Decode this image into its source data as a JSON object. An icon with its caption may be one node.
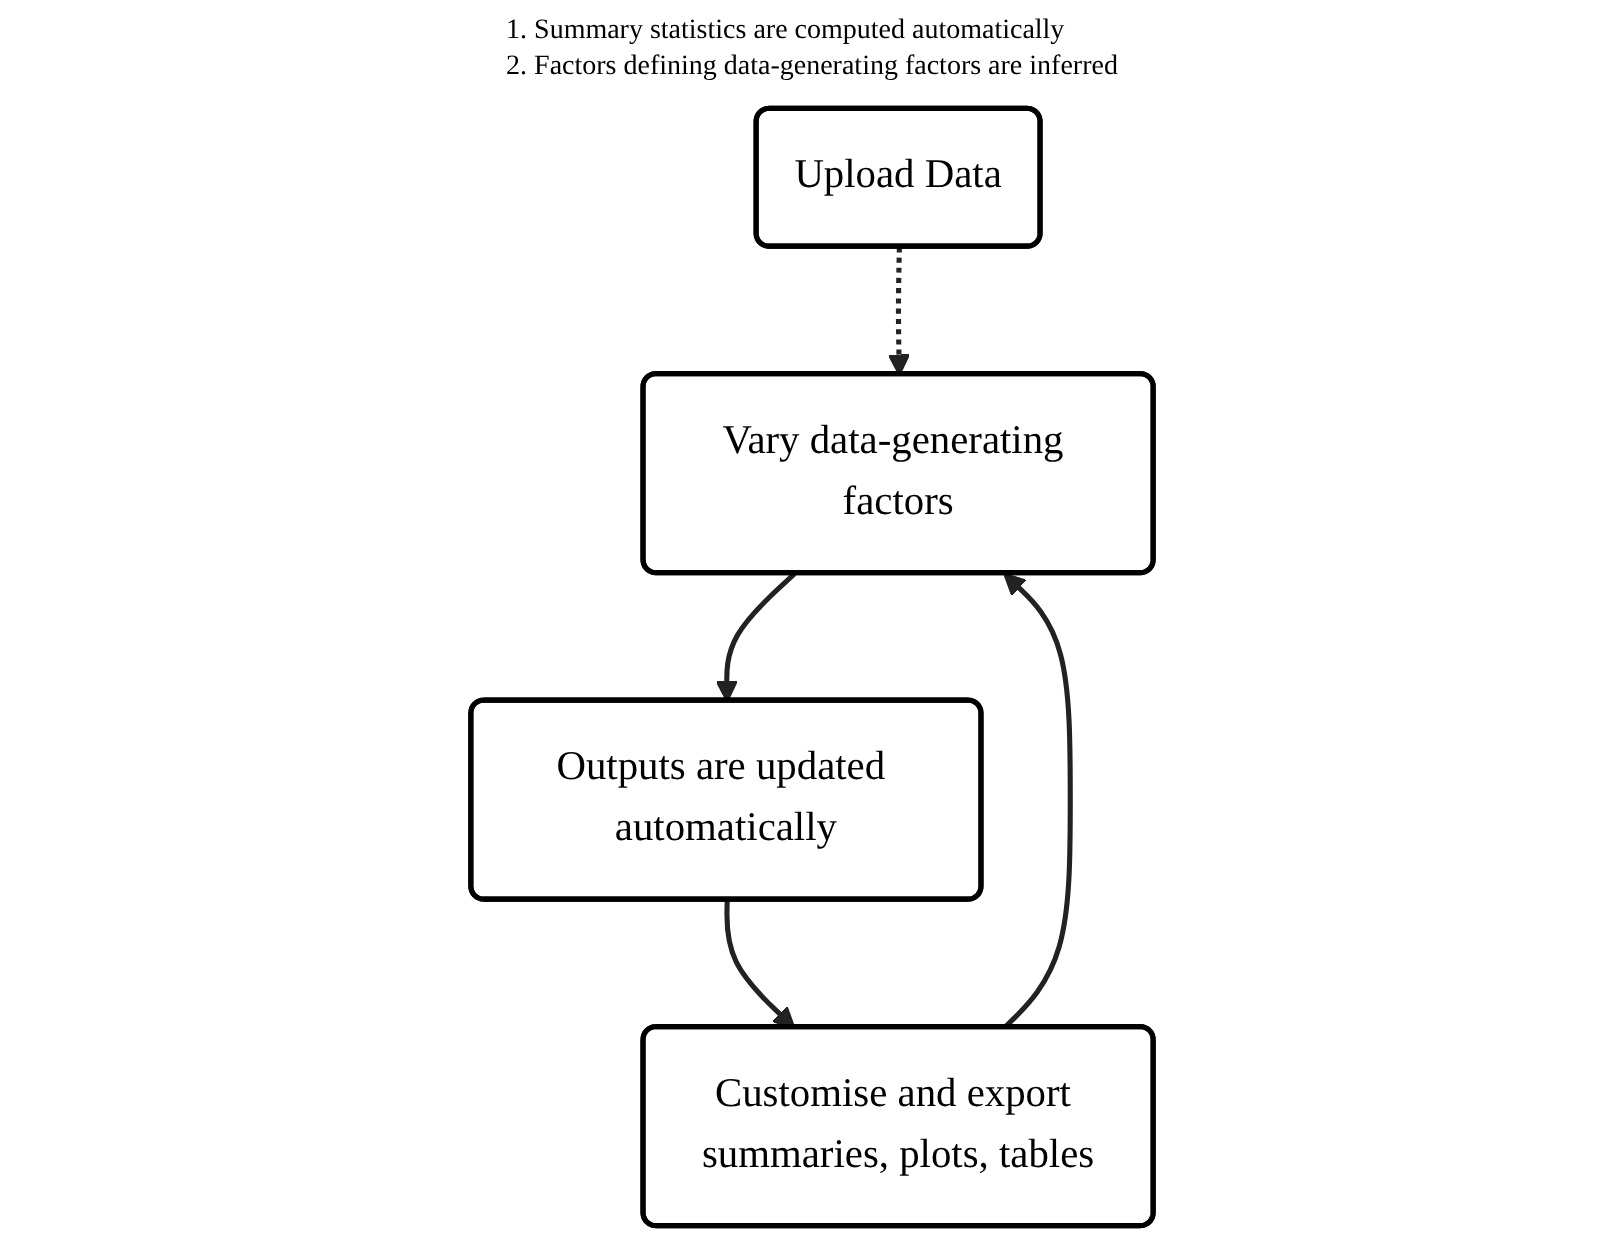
{
  "diagram": {
    "nodes": [
      {
        "text": [
          "Upload Data"
        ]
      },
      {
        "text": [
          "Vary data-generating factors"
        ]
      },
      {
        "text": [
          "Outputs are updated automatically"
        ]
      },
      {
        "text": [
          "Customise and export summaries, plots, tables"
        ]
      }
    ],
    "edges": [
      {
        "from": 0,
        "to": 1,
        "arrow": "to",
        "style": "dashed"
      },
      {
        "from": 1,
        "to": 2,
        "arrow": "to"
      },
      {
        "from": 2,
        "to": 3,
        "arrow": "to"
      },
      {
        "from": 3,
        "to": 1,
        "arrow": "to"
      }
    ],
    "labels": [
      "1. Summary statistics are computed automatically",
      "2. Factors defining data-generating factors are inferred"
    ]
  }
}
